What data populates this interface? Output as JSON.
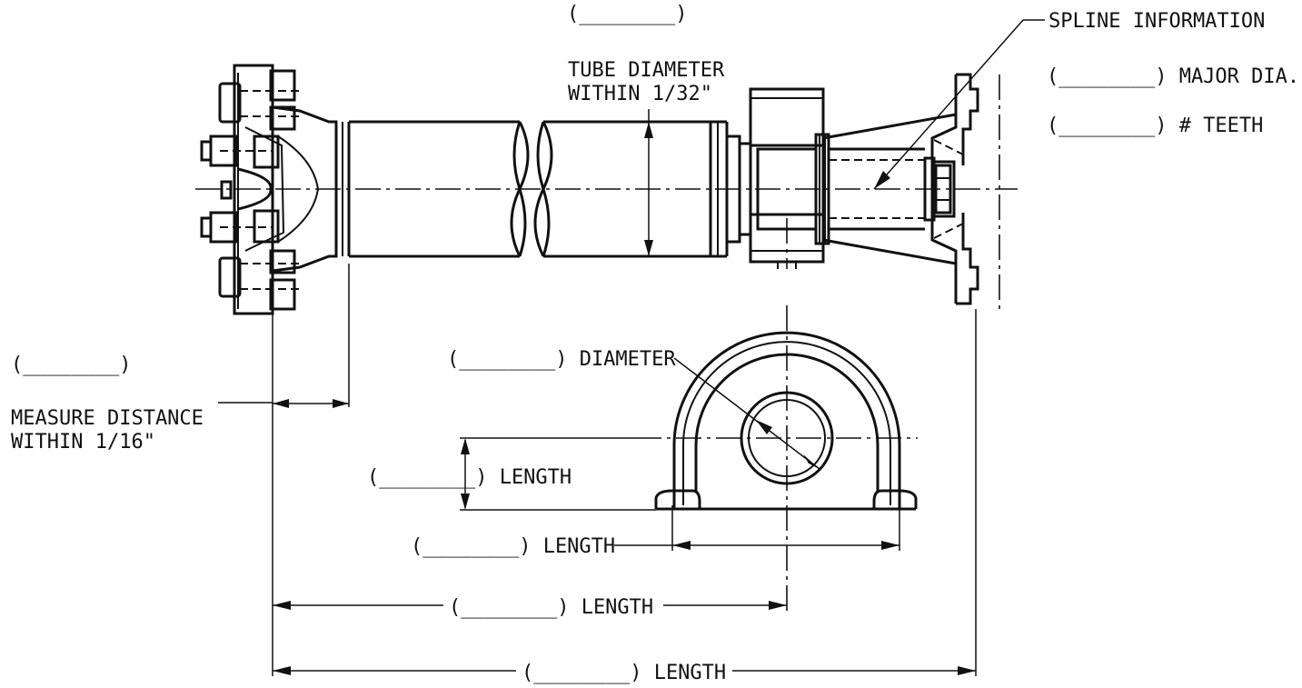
{
  "labels": {
    "blank_top": "(________)",
    "spline_information": "SPLINE INFORMATION",
    "major_dia": "(________) MAJOR DIA.",
    "teeth": "(________) # TEETH",
    "tube_diameter_line1": "TUBE DIAMETER",
    "tube_diameter_line2": "WITHIN 1/32\"",
    "blank_left": "(________)",
    "measure_distance_line1": "MEASURE DISTANCE",
    "measure_distance_line2": "WITHIN 1/16\"",
    "bearing_diameter": "(________) DIAMETER",
    "bearing_height_length": "(________) LENGTH",
    "bearing_width_length": "(________) LENGTH",
    "center_length": "(________) LENGTH",
    "overall_length": "(________) LENGTH"
  }
}
